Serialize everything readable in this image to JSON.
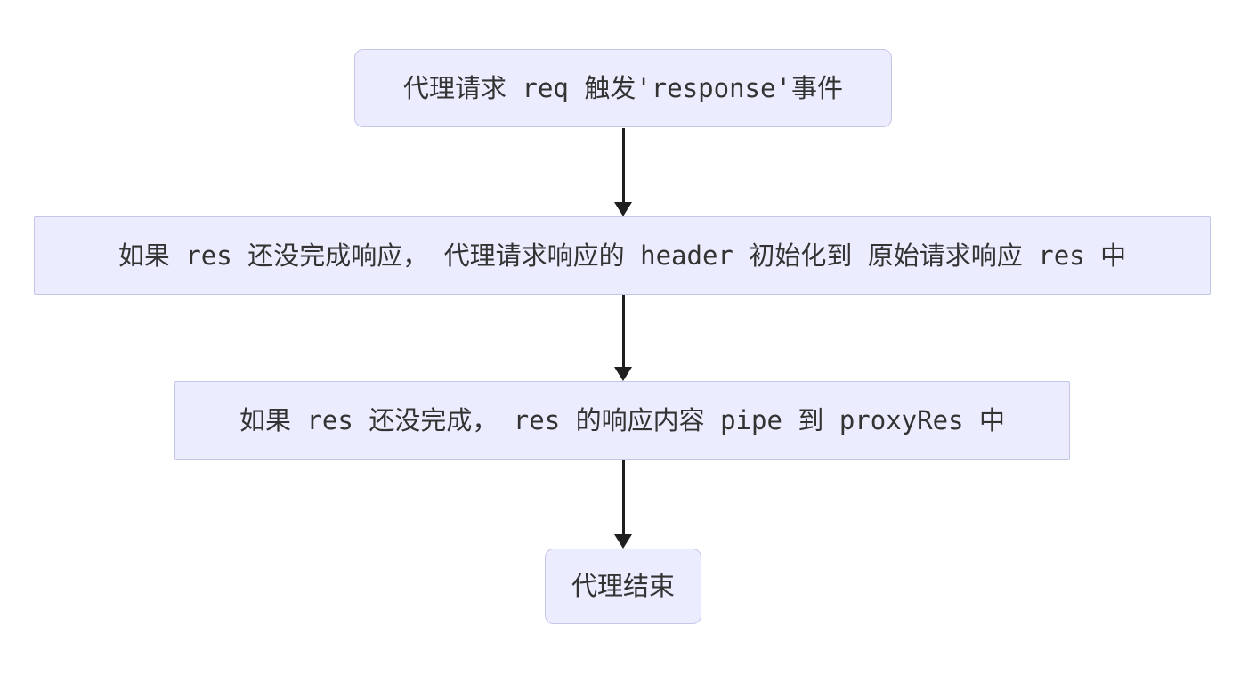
{
  "diagram": {
    "type": "flowchart",
    "direction": "top-down",
    "colors": {
      "background": "#ffffff",
      "node_fill": "#ECECFF",
      "node_border": "#C5C5E8",
      "arrow": "#1f1f1f",
      "text": "#333333"
    },
    "nodes": [
      {
        "label": "代理请求 req 触发'response'事件",
        "shape": "rounded"
      },
      {
        "label": "如果 res 还没完成响应， 代理请求响应的 header 初始化到 原始请求响应 res 中",
        "shape": "rect"
      },
      {
        "label": "如果 res 还没完成， res 的响应内容 pipe 到 proxyRes 中",
        "shape": "rect"
      },
      {
        "label": "代理结束",
        "shape": "rounded"
      }
    ],
    "edges": [
      {
        "from": 0,
        "to": 1
      },
      {
        "from": 1,
        "to": 2
      },
      {
        "from": 2,
        "to": 3
      }
    ]
  }
}
